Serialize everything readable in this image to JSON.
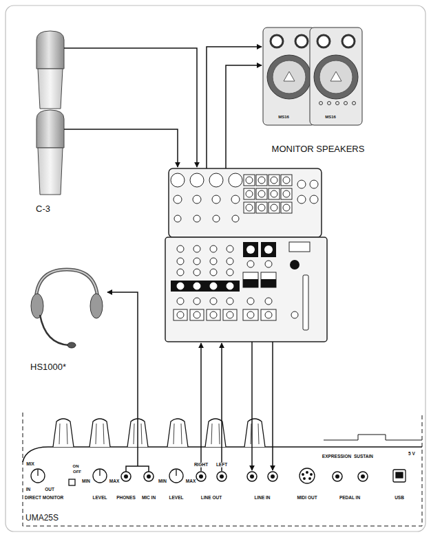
{
  "diagram": {
    "nodes": [
      {
        "text": [
          "MONITOR SPEAKERS"
        ]
      },
      {
        "text": [
          "C-3"
        ]
      },
      {
        "text": [
          "HS1000*"
        ]
      },
      {
        "text": [
          "UMA25S"
        ]
      }
    ],
    "edges": [
      {
        "from": 3,
        "to": 2,
        "arrow": "to"
      }
    ],
    "labels": [
      "MS16",
      "MS16",
      "MIX",
      "IN",
      "OUT",
      "ON",
      "OFF",
      "DIRECT MONITOR",
      "MIN",
      "MAX",
      "LEVEL",
      "PHONES",
      "MIC IN",
      "MIN",
      "MAX",
      "LEVEL",
      "RIGHT",
      "LEFT",
      "LINE OUT",
      "LINE IN",
      "MIDI OUT",
      "EXPRESSION",
      "SUSTAIN",
      "PEDAL IN",
      "USB",
      "5 V"
    ]
  }
}
